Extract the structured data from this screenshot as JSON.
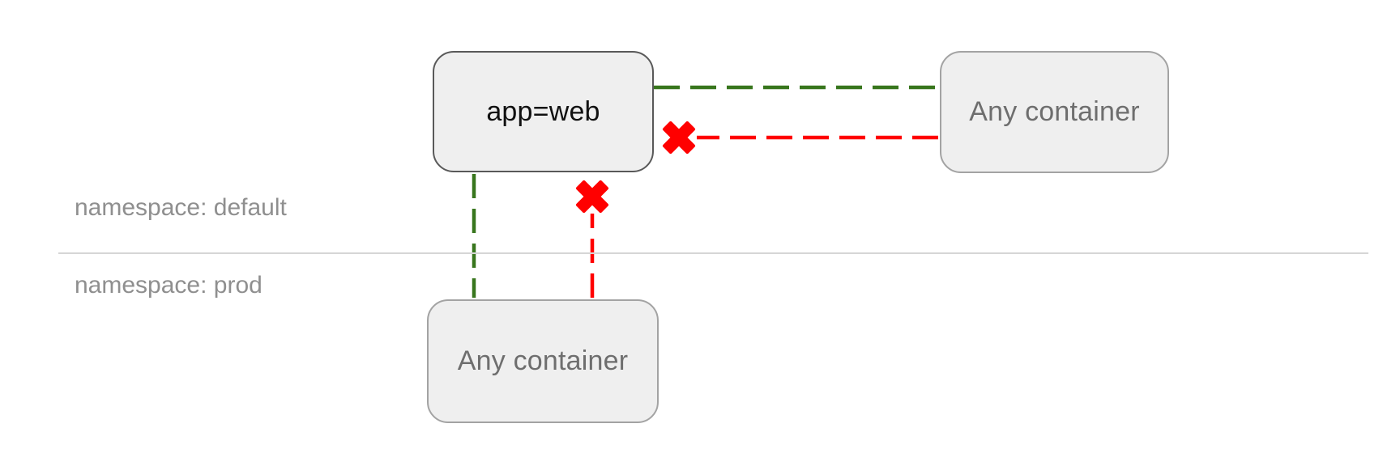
{
  "diagram": {
    "title": "network-policy-namespace-diagram",
    "colors": {
      "allowed": "#38761d",
      "blocked": "#ff0000",
      "node_fill": "#efefef",
      "node_border": "#a3a3a3",
      "focus_node_border": "#595959",
      "node_text": "#6e6e6e",
      "focus_node_text": "#111111",
      "namespace_label_text": "#8f8f8f",
      "divider": "#d6d6d6"
    },
    "nodes": {
      "app_web": {
        "label": "app=web"
      },
      "any_container_default": {
        "label": "Any container"
      },
      "any_container_prod": {
        "label": "Any container"
      }
    },
    "namespaces": {
      "default": {
        "label": "namespace: default"
      },
      "prod": {
        "label": "namespace: prod"
      }
    },
    "edges": [
      {
        "from": "app_web",
        "to": "any_container_default",
        "status": "allowed",
        "style": "dashed",
        "orientation": "horizontal"
      },
      {
        "from": "any_container_default",
        "to": "app_web",
        "status": "blocked",
        "style": "dashed",
        "orientation": "horizontal",
        "marker": "x-blocked"
      },
      {
        "from": "app_web",
        "to": "any_container_prod",
        "status": "allowed",
        "style": "dashed",
        "orientation": "vertical"
      },
      {
        "from": "any_container_prod",
        "to": "app_web",
        "status": "blocked",
        "style": "dashed",
        "orientation": "vertical",
        "marker": "x-blocked"
      }
    ]
  }
}
